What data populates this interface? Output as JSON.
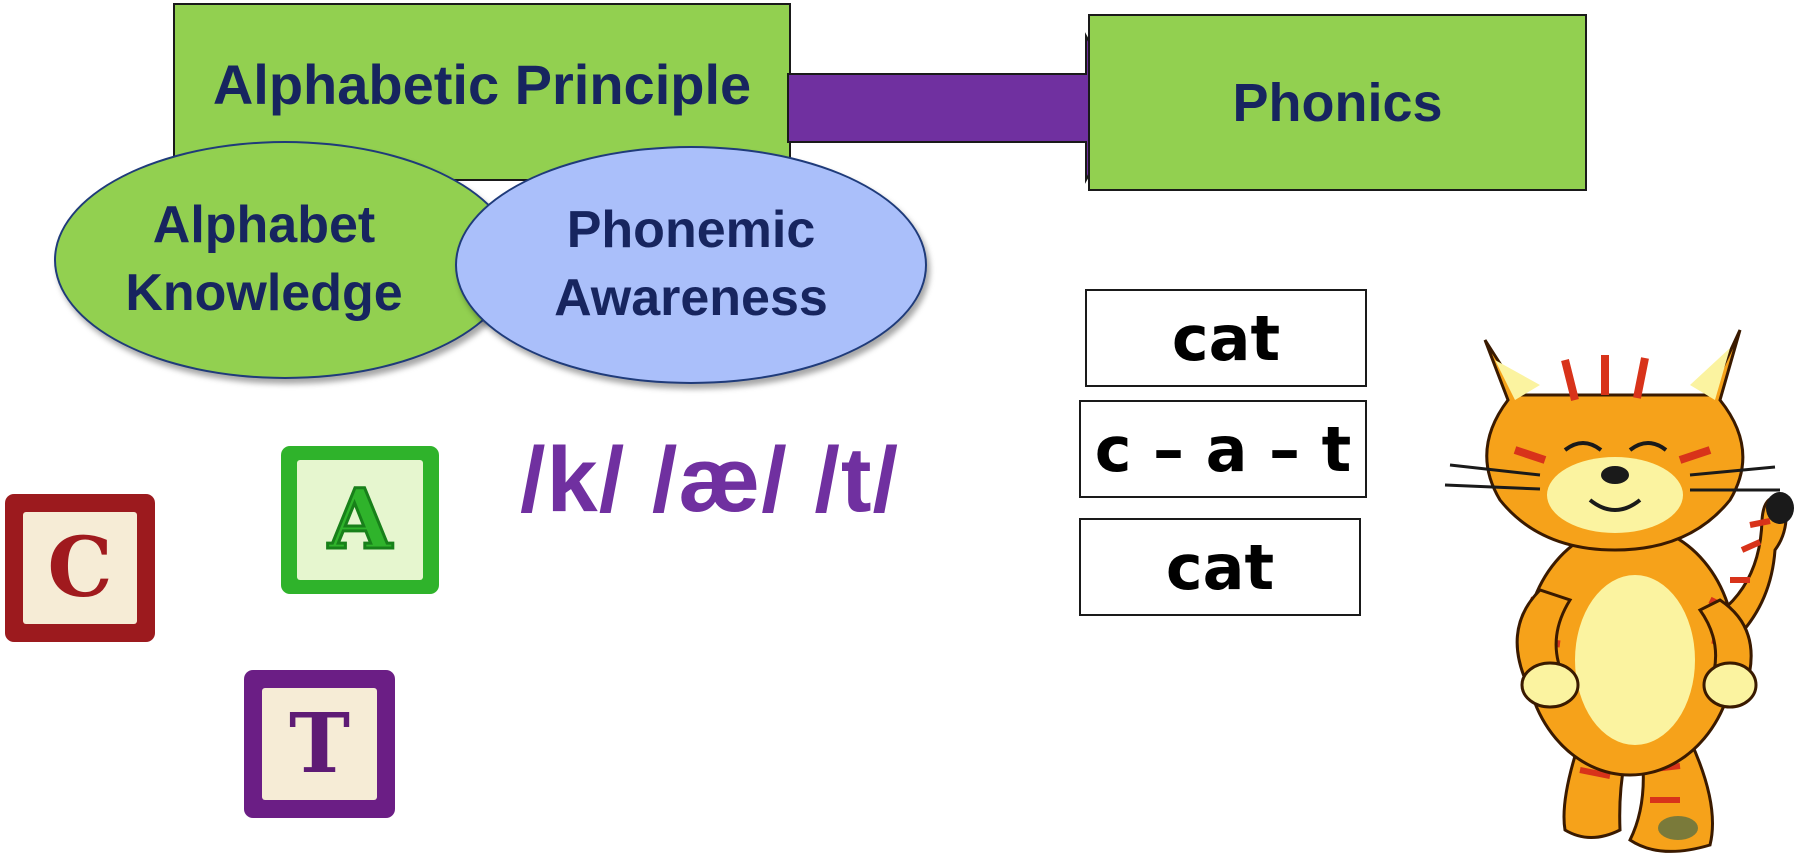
{
  "diagram": {
    "principle_label": "Alphabetic Principle",
    "phonics_label": "Phonics",
    "alphabet_knowledge_label": [
      "Alphabet",
      "Knowledge"
    ],
    "phonemic_awareness_label": [
      "Phonemic",
      "Awareness"
    ],
    "phonemes": "/k/ /æ/ /t/",
    "letter_blocks": [
      "C",
      "A",
      "T"
    ],
    "words": [
      "cat",
      "c – a – t",
      "cat"
    ]
  },
  "colors": {
    "box_green": "#92d050",
    "arrow_purple": "#7030a0",
    "ellipse_blue": "#aabffa",
    "label_navy": "#17255f"
  },
  "icons": [
    "purple-arrow-icon",
    "cartoon-cat-icon"
  ]
}
